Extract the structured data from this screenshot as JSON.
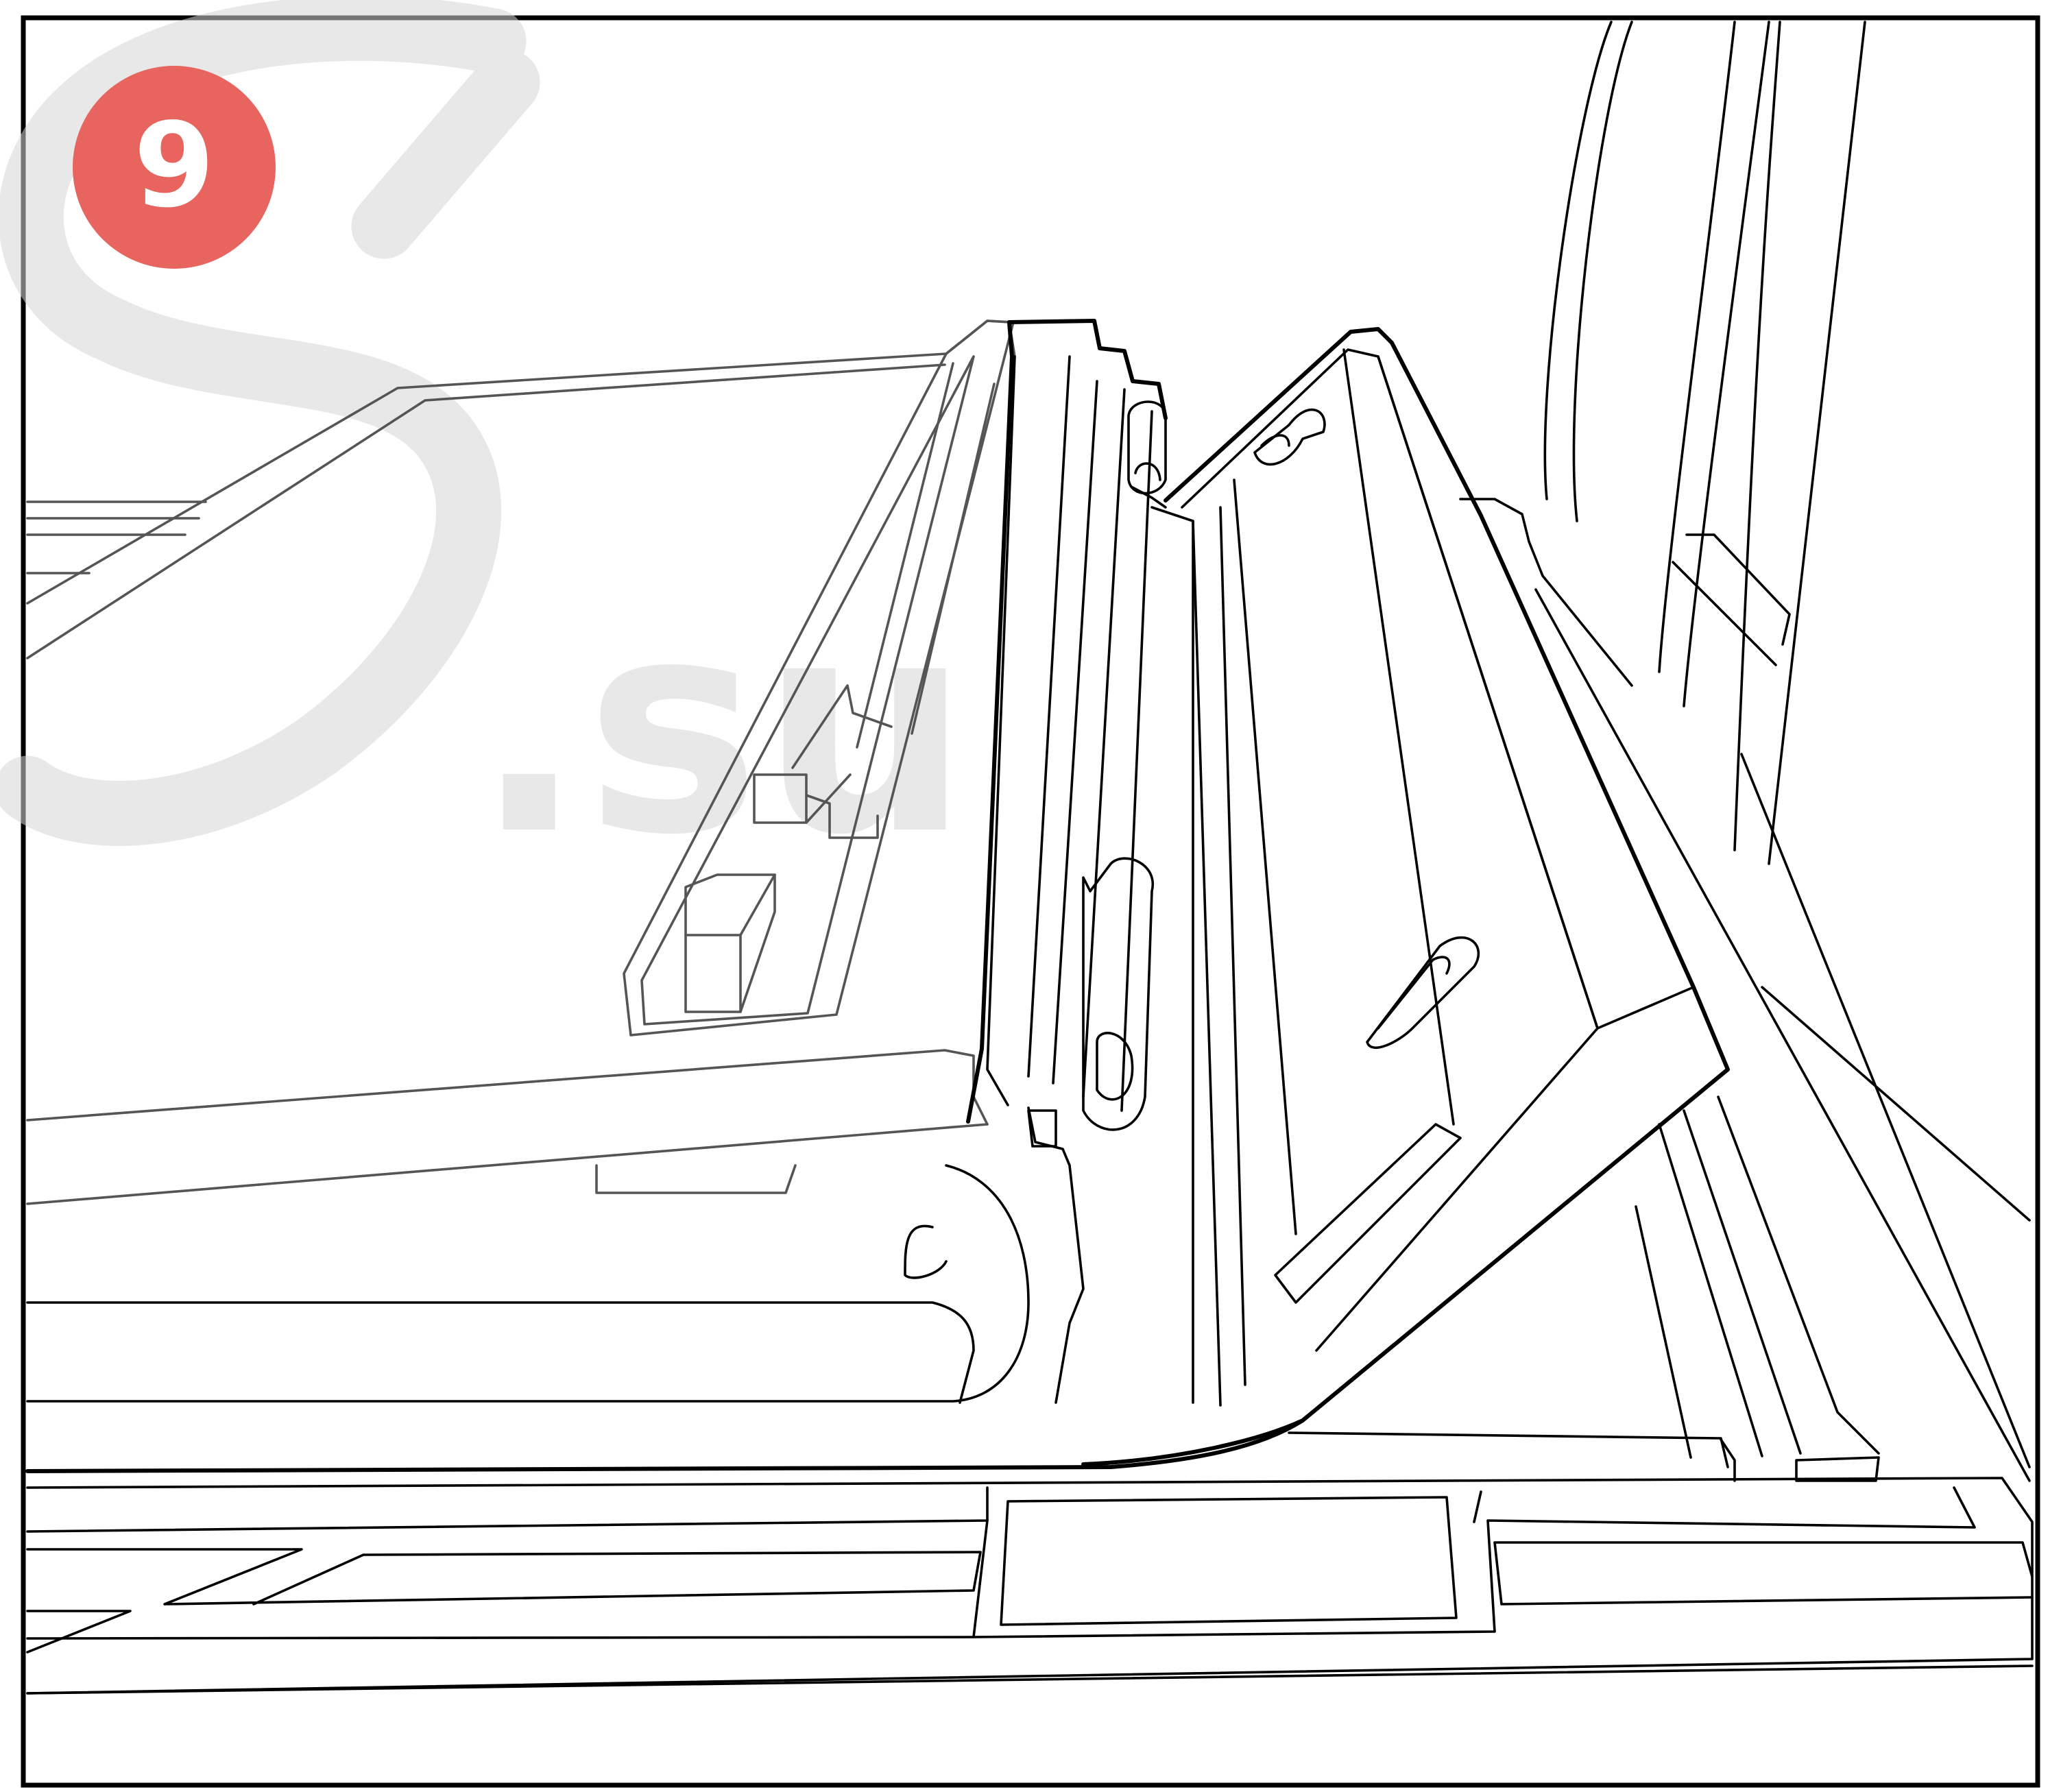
{
  "step": {
    "number": "9",
    "badge_color": "#e8645e",
    "text_color": "#ffffff"
  },
  "watermark": {
    "text": ".su",
    "color": "#d6d6d6"
  },
  "illustration": {
    "style": "line-art",
    "line_color": "#000000",
    "background": "#ffffff"
  }
}
